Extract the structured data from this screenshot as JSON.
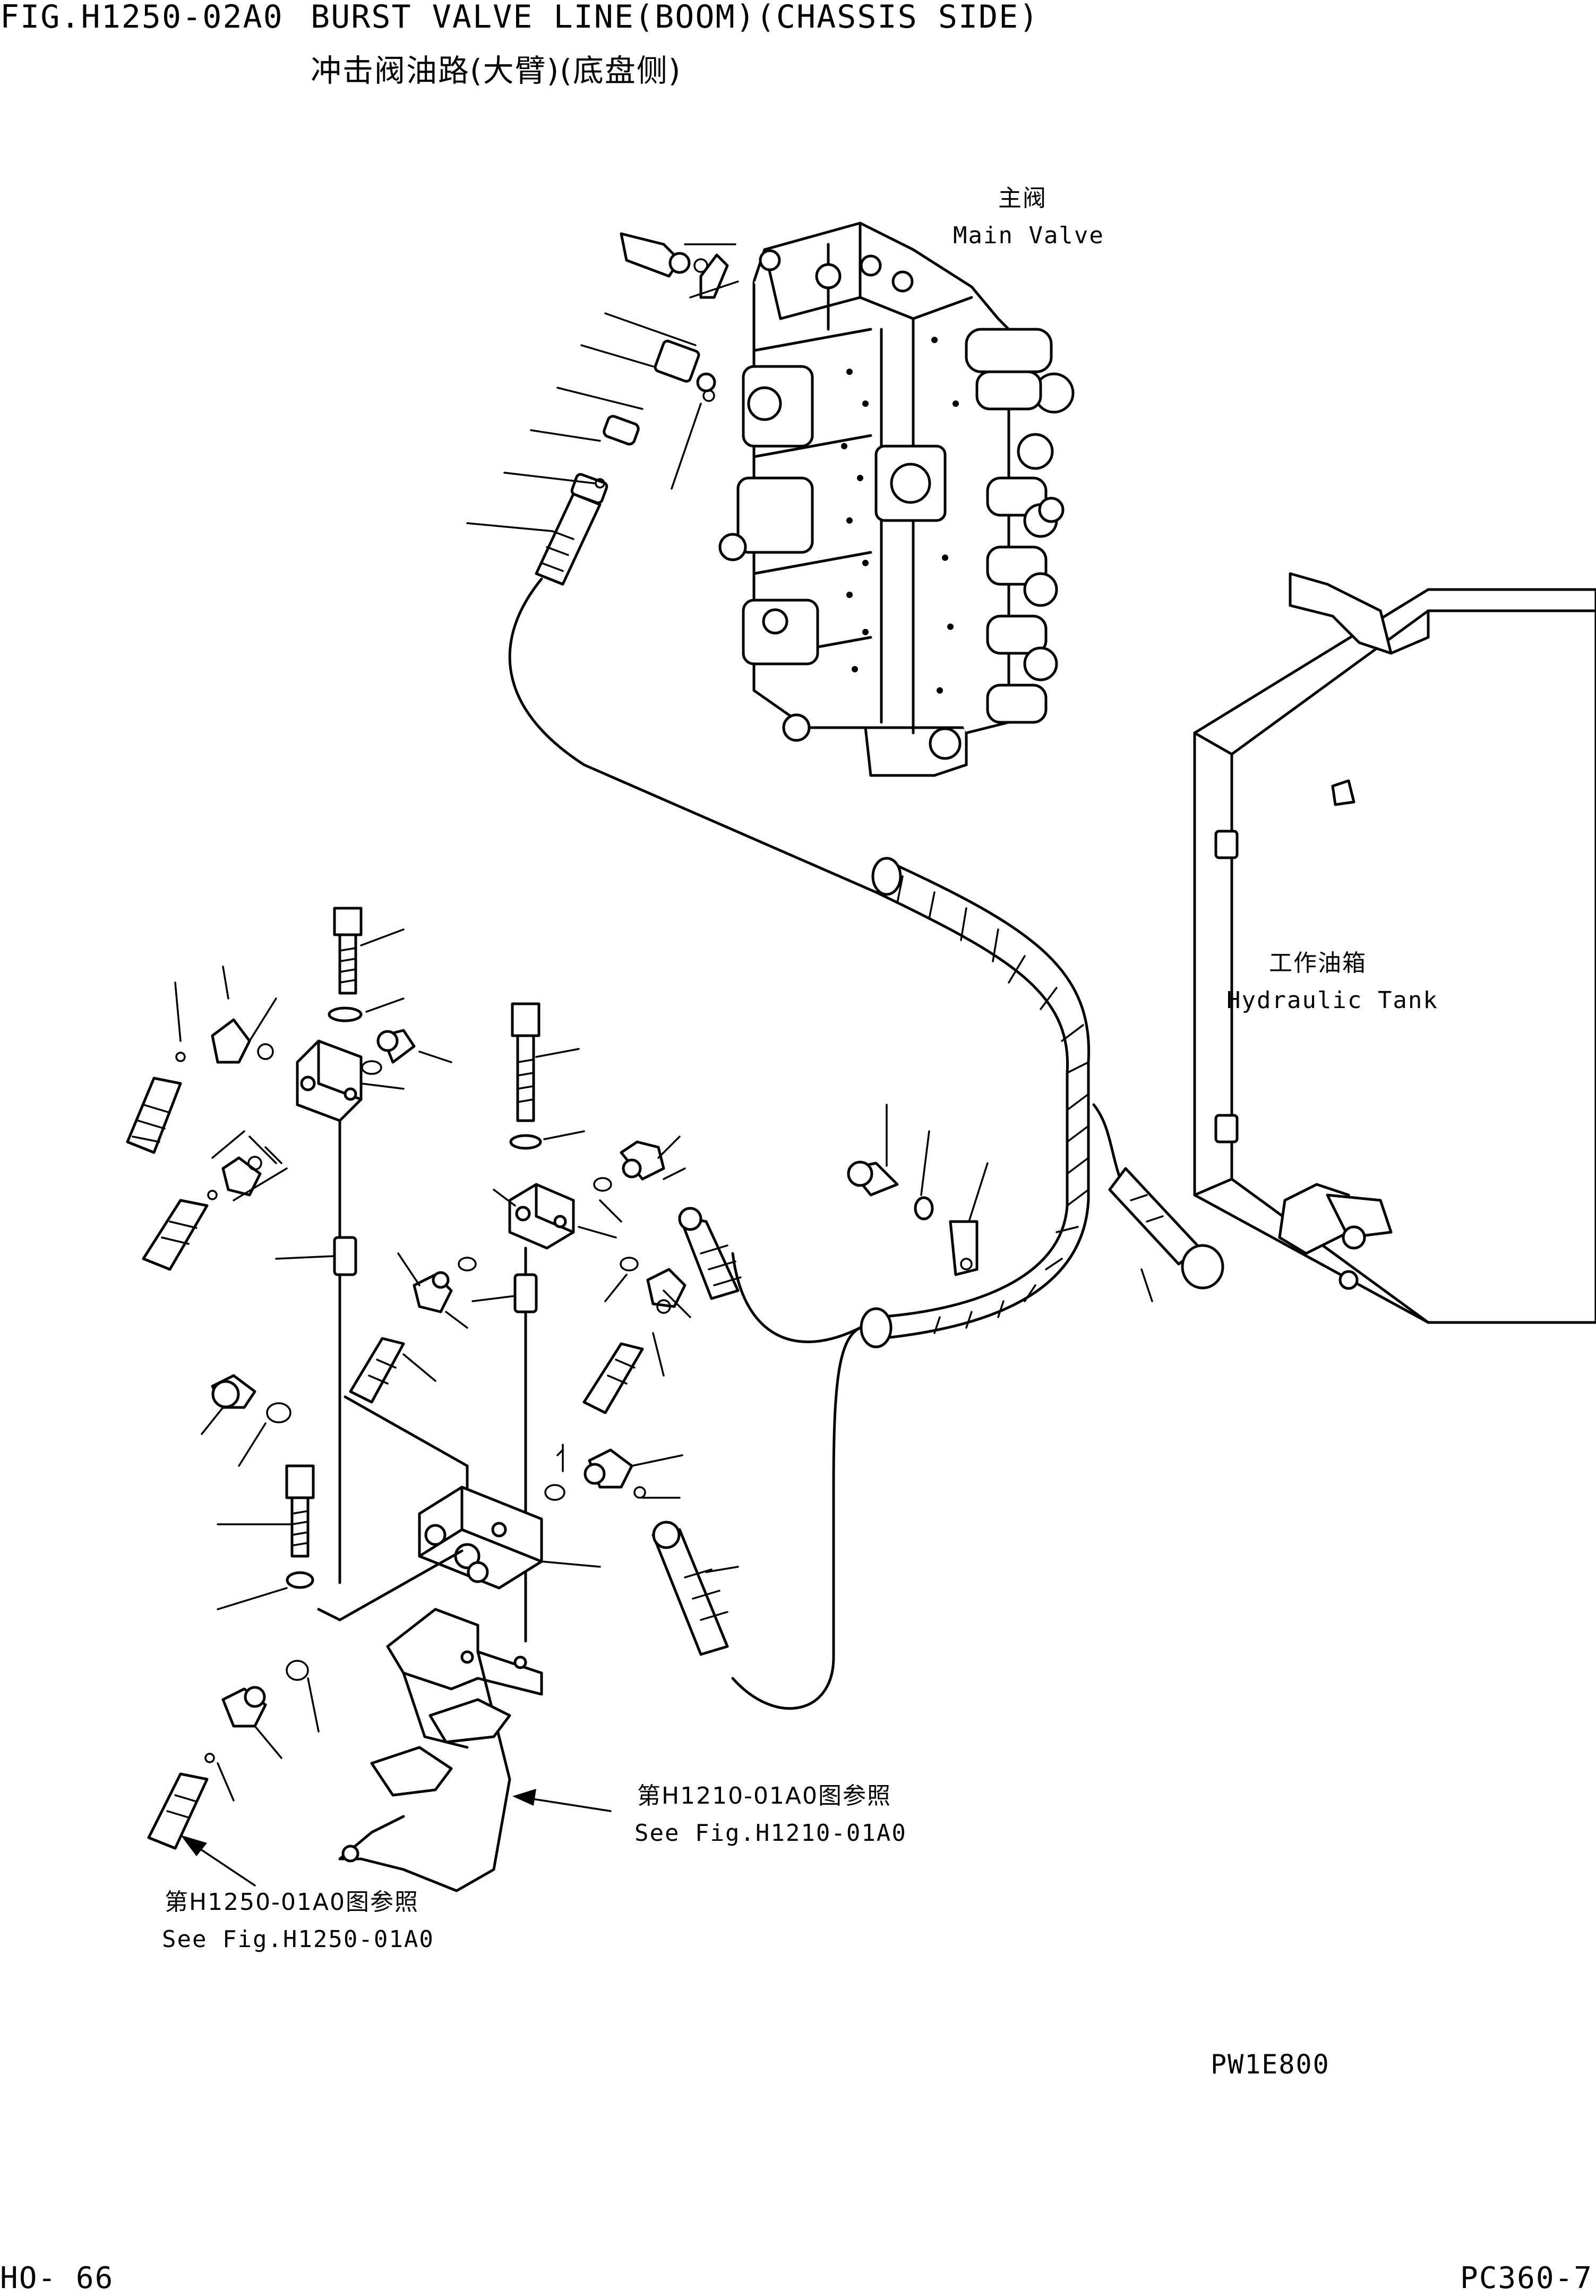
{
  "header": {
    "figure_id": "FIG.H1250-02A0",
    "title_en": "BURST VALVE LINE(BOOM)(CHASSIS SIDE)",
    "title_cn": "冲击阀油路(大臂)(底盘侧)"
  },
  "labels": {
    "main_valve_cn": "主阀",
    "main_valve_en": "Main Valve",
    "hydraulic_tank_cn": "工作油箱",
    "hydraulic_tank_en": "Hydraulic Tank",
    "ref_h1210_cn": "第H1210-01A0图参照",
    "ref_h1210_en": "See Fig.H1210-01A0",
    "ref_h1250_cn": "第H1250-01A0图参照",
    "ref_h1250_en": "See Fig.H1250-01A0"
  },
  "drawing_code": "PW1E800",
  "footer": {
    "page": "HO- 66",
    "model": "PC360-7"
  }
}
